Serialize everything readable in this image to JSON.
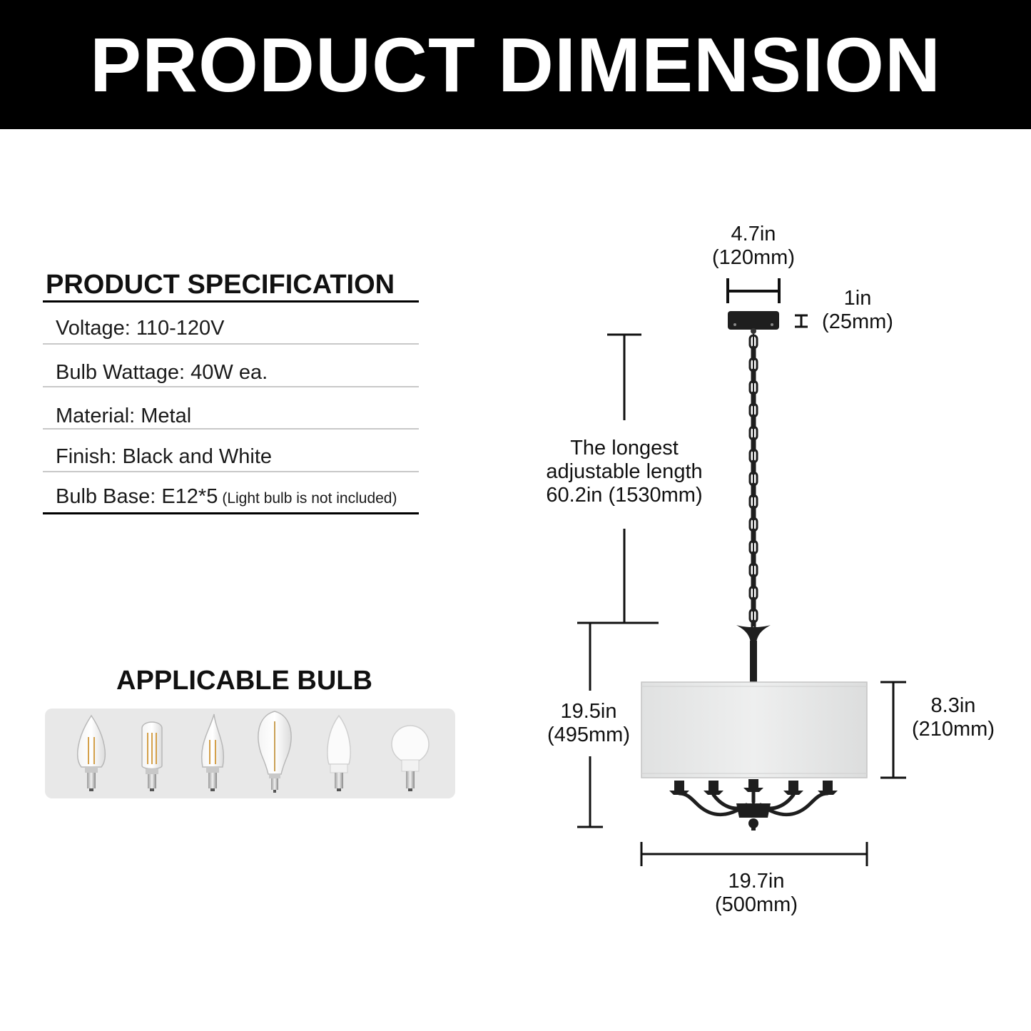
{
  "header": {
    "title": "PRODUCT DIMENSION"
  },
  "specification": {
    "heading": "PRODUCT SPECIFICATION",
    "rows": [
      {
        "text": "Voltage: 110-120V",
        "note": ""
      },
      {
        "text": "Bulb Wattage: 40W ea.",
        "note": ""
      },
      {
        "text": "Material: Metal",
        "note": ""
      },
      {
        "text": "Finish: Black and White",
        "note": ""
      },
      {
        "text": "Bulb Base: E12*5",
        "note": "(Light bulb is not included)"
      }
    ]
  },
  "bulbs": {
    "heading": "APPLICABLE BULB",
    "types": [
      "candle-filament-bulb",
      "tubular-filament-bulb",
      "flame-tip-filament-bulb",
      "edison-st-filament-bulb",
      "led-candle-bulb",
      "led-globe-bulb"
    ]
  },
  "dimensions": {
    "canopy_width": [
      "4.7in",
      "(120mm)"
    ],
    "canopy_height": [
      "1in",
      "(25mm)"
    ],
    "chain_length": [
      "The longest",
      "adjustable length",
      "60.2in (1530mm)"
    ],
    "fixture_height": [
      "19.5in",
      "(495mm)"
    ],
    "shade_height": [
      "8.3in",
      "(210mm)"
    ],
    "shade_width": [
      "19.7in",
      "(500mm)"
    ]
  },
  "colors": {
    "banner": "#000000",
    "shade": "#e9eaea",
    "metal": "#1e1e1e",
    "panel": "#e8e8e8"
  }
}
